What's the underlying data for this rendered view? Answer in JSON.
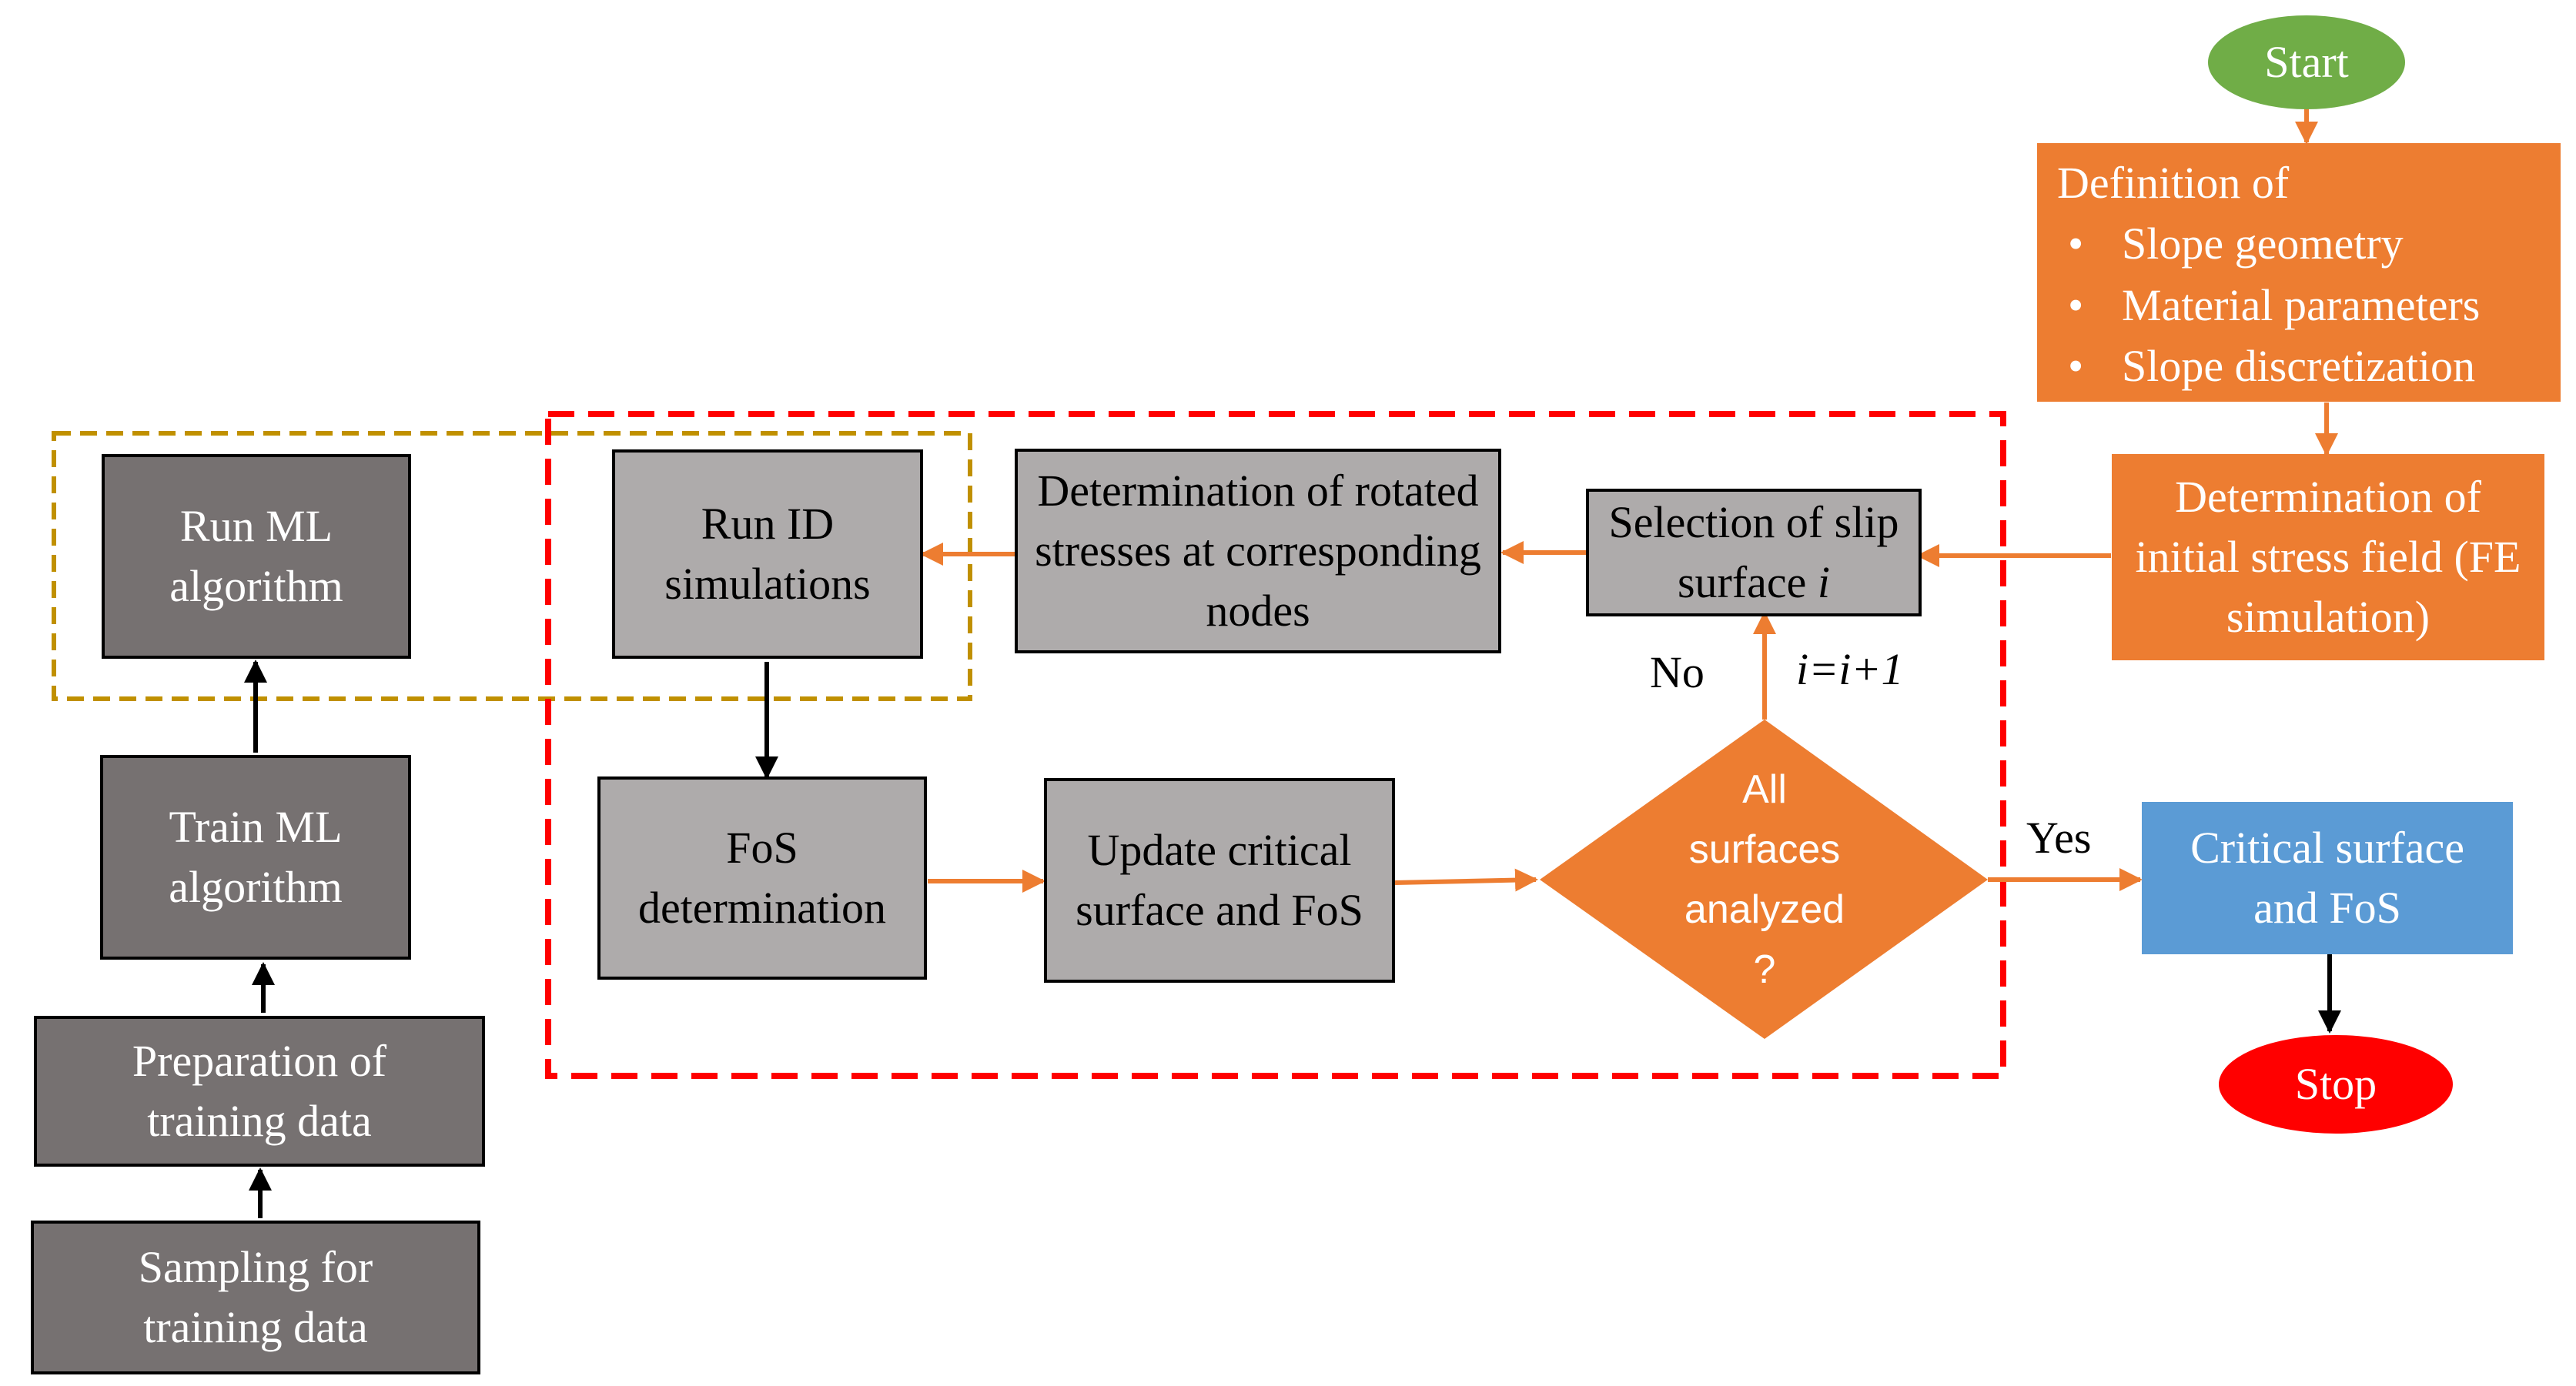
{
  "colors": {
    "dark_box": "#767171",
    "grey_box": "#aeabab",
    "orange": "#ed7d31",
    "blue": "#5b9bd5",
    "start_green": "#70ad47",
    "stop_red": "#ff0000",
    "red_dash": "#ff0000",
    "gold_dash": "#c09000"
  },
  "ml": {
    "sampling": "Sampling for training data",
    "preparation": "Preparation of training data",
    "train": "Train ML algorithm",
    "run": "Run ML algorithm"
  },
  "fe": {
    "start": "Start",
    "definition_title": "Definition of",
    "definition_items": [
      "Slope geometry",
      "Material parameters",
      "Slope discretization"
    ],
    "initial_stress": "Determination of initial stress field (FE simulation)",
    "selection_prefix": "Selection of slip surface ",
    "selection_var": "i",
    "rotated_stresses": "Determination of rotated stresses at corresponding nodes",
    "run_id": "Run ID simulations",
    "fos_determination": "FoS determination",
    "update_critical": "Update critical surface and FoS",
    "decision": "All surfaces analyzed ?",
    "label_no": "No",
    "label_increment": "i=i+1",
    "label_yes": "Yes",
    "critical_output": "Critical surface and FoS",
    "stop": "Stop"
  }
}
